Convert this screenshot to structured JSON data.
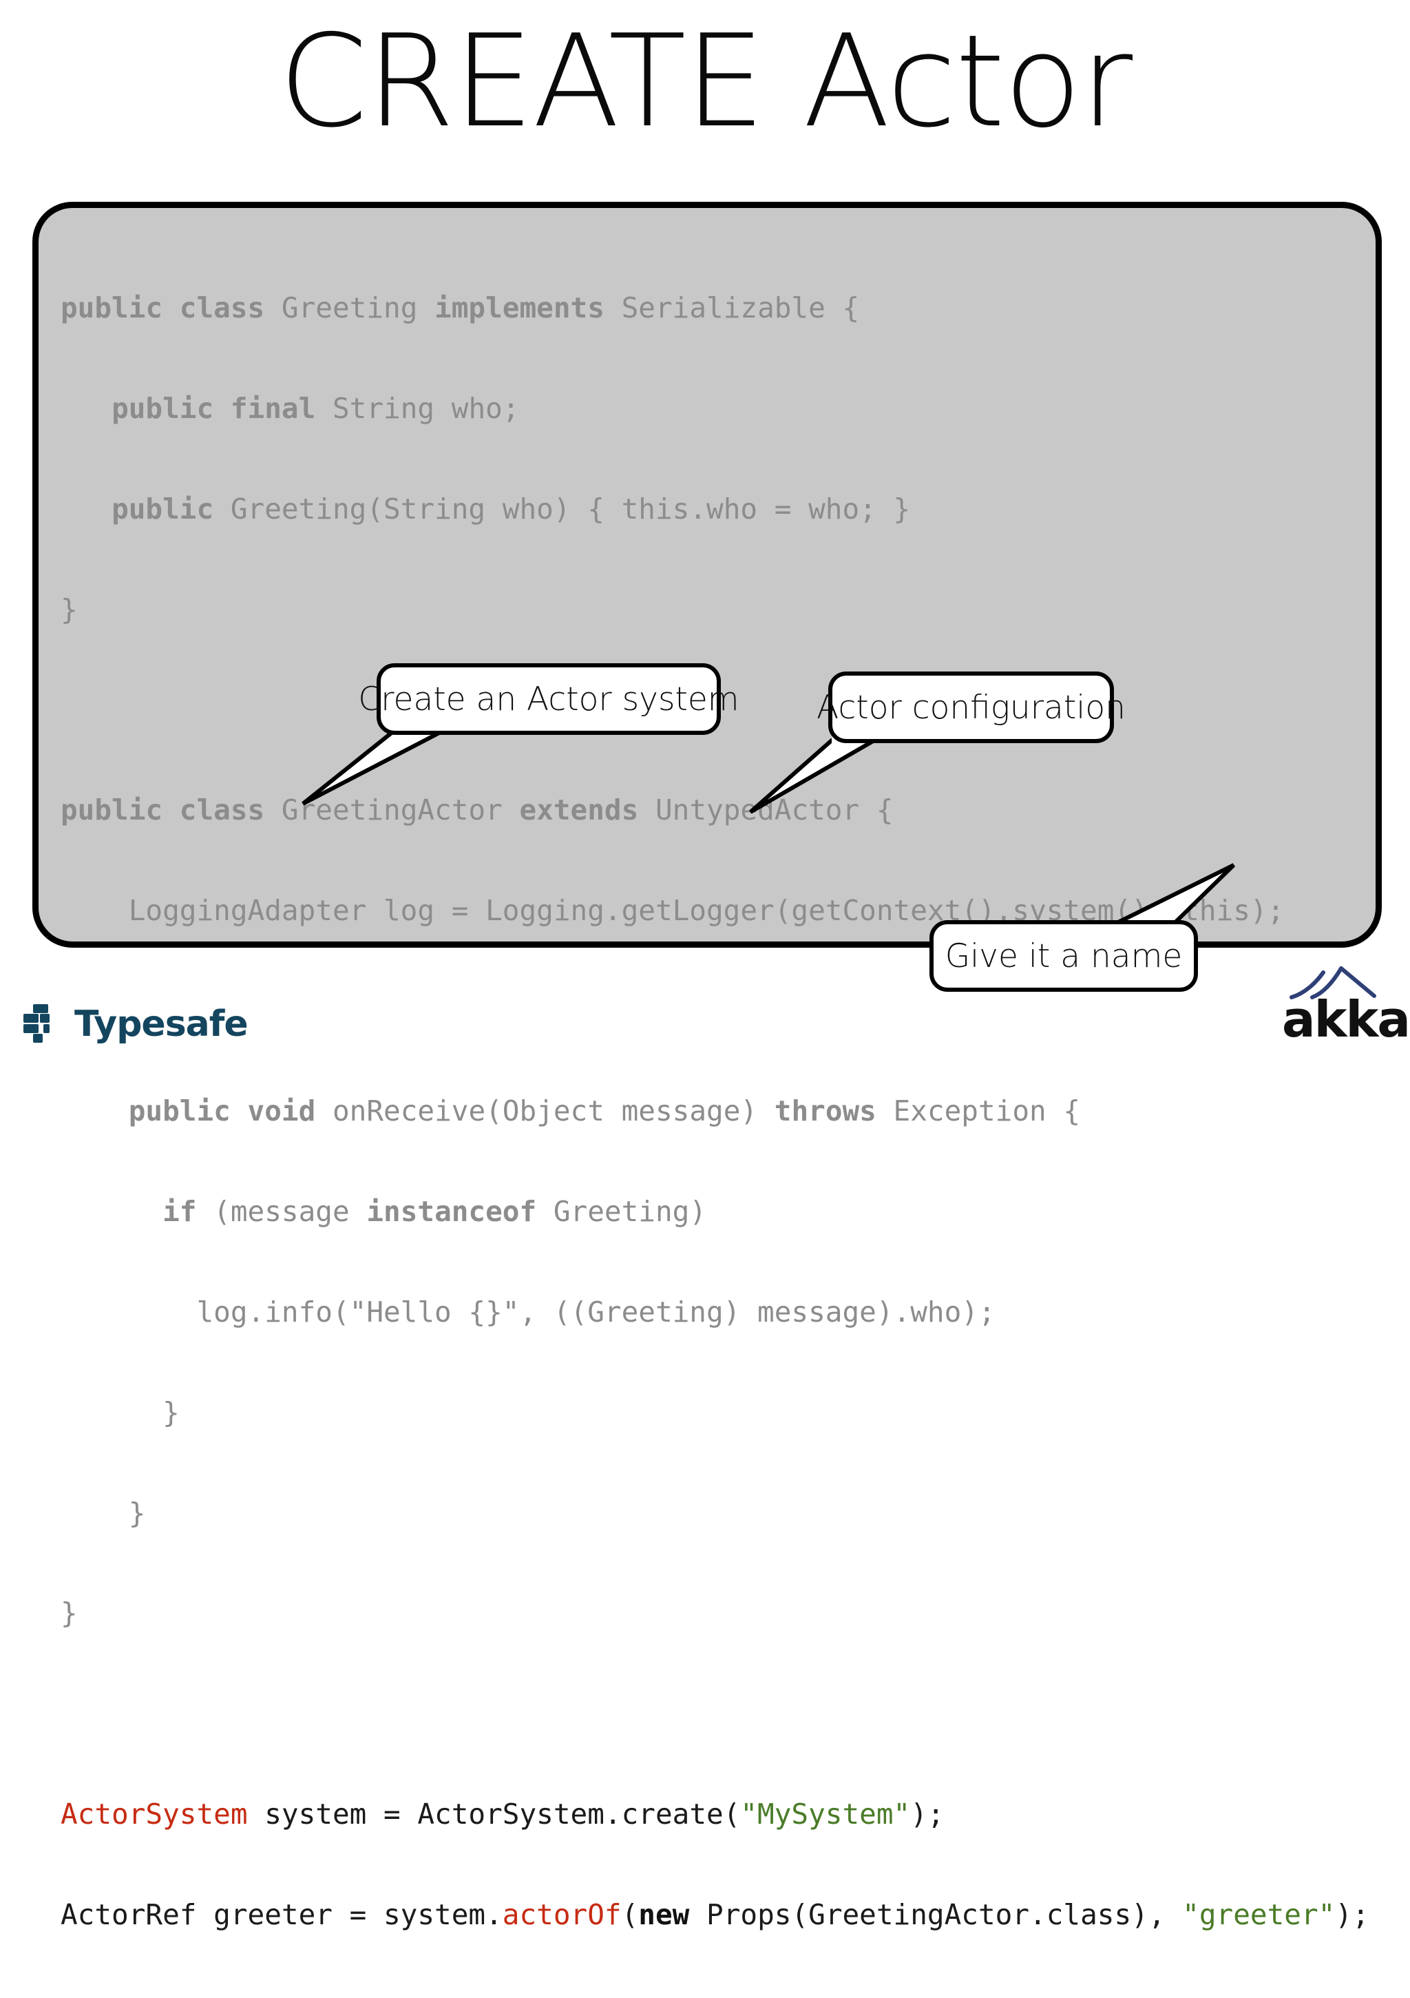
{
  "slide": {
    "title_part1": "CREATE",
    "title_part2": "Actor",
    "title_full": "CREATE Actor",
    "background": "#ffffff"
  },
  "code_panel": {
    "background": "#c8c8c8",
    "border_color": "#000000",
    "dim_color": "#8c8c8c",
    "fg_color": "#1a1a1a",
    "string_color": "#4a7c28",
    "keyword_color": "#c62b12",
    "lines": [
      {
        "id": 1,
        "text": "public class Greeting implements Serializable {"
      },
      {
        "id": 2,
        "text": "   public final String who;"
      },
      {
        "id": 3,
        "text": "   public Greeting(String who) { this.who = who; }"
      },
      {
        "id": 4,
        "text": "}"
      },
      {
        "id": 5,
        "text": ""
      },
      {
        "id": 6,
        "text": "public class GreetingActor extends UntypedActor {"
      },
      {
        "id": 7,
        "text": "    LoggingAdapter log = Logging.getLogger(getContext().system(), this);"
      },
      {
        "id": 8,
        "text": ""
      },
      {
        "id": 9,
        "text": "    public void onReceive(Object message) throws Exception {"
      },
      {
        "id": 10,
        "text": "      if (message instanceof Greeting)"
      },
      {
        "id": 11,
        "text": "        log.info(\"Hello {}\", ((Greeting) message).who);"
      },
      {
        "id": 12,
        "text": "      }"
      },
      {
        "id": 13,
        "text": "    }"
      },
      {
        "id": 14,
        "text": "}"
      },
      {
        "id": 15,
        "text": ""
      },
      {
        "id": 16,
        "text": "ActorSystem system = ActorSystem.create(\"MySystem\");"
      },
      {
        "id": 17,
        "text": "ActorRef greeter = system.actorOf(new Props(GreetingActor.class), \"greeter\");"
      }
    ],
    "tokens": {
      "l1": [
        {
          "t": "public class",
          "c": "dim-b"
        },
        {
          "t": " Greeting ",
          "c": "dim"
        },
        {
          "t": "implements",
          "c": "dim-b"
        },
        {
          "t": " Serializable {",
          "c": "dim"
        }
      ],
      "l2": [
        {
          "t": "   ",
          "c": "dim"
        },
        {
          "t": "public final",
          "c": "dim-b"
        },
        {
          "t": " String who;",
          "c": "dim"
        }
      ],
      "l3": [
        {
          "t": "   ",
          "c": "dim"
        },
        {
          "t": "public",
          "c": "dim-b"
        },
        {
          "t": " Greeting(String who) { this.who = who; }",
          "c": "dim"
        }
      ],
      "l4": [
        {
          "t": "}",
          "c": "dim"
        }
      ],
      "l6": [
        {
          "t": "public class",
          "c": "dim-b"
        },
        {
          "t": " GreetingActor ",
          "c": "dim"
        },
        {
          "t": "extends",
          "c": "dim-b"
        },
        {
          "t": " UntypedActor {",
          "c": "dim"
        }
      ],
      "l7": [
        {
          "t": "    LoggingAdapter log = Logging.getLogger(getContext().system(), this);",
          "c": "dim"
        }
      ],
      "l9": [
        {
          "t": "    ",
          "c": "dim"
        },
        {
          "t": "public void",
          "c": "dim-b"
        },
        {
          "t": " onReceive(Object message) ",
          "c": "dim"
        },
        {
          "t": "throws",
          "c": "dim-b"
        },
        {
          "t": " Exception {",
          "c": "dim"
        }
      ],
      "l10": [
        {
          "t": "      ",
          "c": "dim"
        },
        {
          "t": "if",
          "c": "dim-b"
        },
        {
          "t": " (message ",
          "c": "dim"
        },
        {
          "t": "instanceof",
          "c": "dim-b"
        },
        {
          "t": " Greeting)",
          "c": "dim"
        }
      ],
      "l11": [
        {
          "t": "        log.info(\"Hello {}\", ((Greeting) message).who);",
          "c": "dim"
        }
      ],
      "l12": [
        {
          "t": "      }",
          "c": "dim"
        }
      ],
      "l13": [
        {
          "t": "    }",
          "c": "dim"
        }
      ],
      "l14": [
        {
          "t": "}",
          "c": "dim"
        }
      ],
      "l16": [
        {
          "t": "ActorSystem",
          "c": "red"
        },
        {
          "t": " system = ActorSystem.create(",
          "c": "fg"
        },
        {
          "t": "\"MySystem\"",
          "c": "green"
        },
        {
          "t": ");",
          "c": "fg"
        }
      ],
      "l17": [
        {
          "t": "ActorRef greeter = system.",
          "c": "fg"
        },
        {
          "t": "actorOf",
          "c": "red"
        },
        {
          "t": "(",
          "c": "fg"
        },
        {
          "t": "new",
          "c": "fg-b"
        },
        {
          "t": " Props(GreetingActor.class), ",
          "c": "fg"
        },
        {
          "t": "\"greeter\"",
          "c": "green"
        },
        {
          "t": ");",
          "c": "fg"
        }
      ]
    }
  },
  "callouts": [
    {
      "id": "actor-system",
      "label": "Create an Actor system"
    },
    {
      "id": "actor-config",
      "label": "Actor configuration"
    },
    {
      "id": "give-name",
      "label": "Give it a name"
    }
  ],
  "branding": {
    "typesafe": {
      "word": "Typesafe",
      "color": "#14455f"
    },
    "akka": {
      "word": "akka",
      "word_color": "#111111",
      "mark_color": "#2e4076"
    }
  }
}
